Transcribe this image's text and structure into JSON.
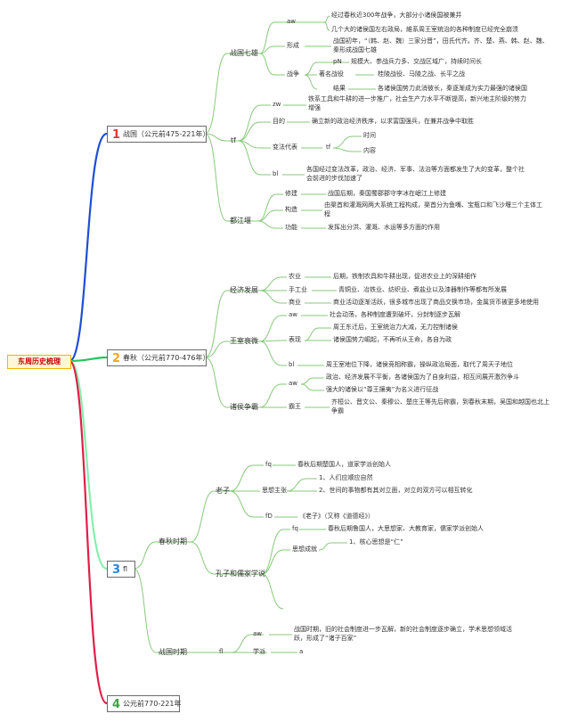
{
  "root": "东周历史梳理",
  "branches": {
    "zhanguo": {
      "num": "1",
      "label": "战国（公元前475-221年）",
      "num_color": "#e53935",
      "qixiong": "战国七雄",
      "qx_aw": "aw",
      "qx_aw_1": "经过春秋近300年战争，大部分小诸侯国被兼并",
      "qx_aw_2": "几个大的诸侯国左右政局，維系周王室统治的各种制度已经完全崩溃",
      "qx_xc": "形成",
      "qx_xc_1": "战国初年，“（韩、赵、魏）三家分晋”，田氏代齐。齐、楚、燕、韩、赵、魏、",
      "qx_xc_2": "秦形成战国七雄",
      "qx_zz": "战争",
      "zz_pn": "pN",
      "zz_pn_t": "规模大、参战兵力多、交战区域广，持续时间长",
      "zz_zm": "著名战役",
      "zz_zm_t": "桂陵战役、马陵之战、长平之战",
      "zz_jg": "结果",
      "zz_jg_t": "各诸侯国势力此消彼长，秦逐渐成为实力最强的诸侯国",
      "tf": "tf",
      "tf_zw": "zw",
      "tf_zw_1": "铁系工具和牛耕的进一步推广，社会生产力水平不断提高，新兴地主阶级的势力",
      "tf_zw_2": "增强",
      "tf_md": "目的",
      "tf_md_t": "确立新的政治经济秩序，以求富国强兵，在兼并战争中取胜",
      "tf_bf": "变法代表",
      "tf_bf_tf": "tf",
      "tf_bf_time": "时间",
      "tf_bf_content": "内容",
      "tf_bl": "bl",
      "tf_bl_1": "各国经过变法改革，政治、经济、军事、法治等方面都发生了大的变革，整个社",
      "tf_bl_2": "会前进的步伐加速了",
      "djy": "都江堰",
      "djy_xj": "修建",
      "djy_xj_t": "战国后期，秦国蜀郡郡守李冰在岷江上修建",
      "djy_gz": "构造",
      "djy_gz_1": "由渠首和灌溉网两大系统工程构成，渠首分为鱼嘴、宝瓶口和飞沙堰三个主体工",
      "djy_gz_2": "程",
      "djy_gn": "功能",
      "djy_gn_t": "发挥出分洪、灌溉、水运等多方面的作用"
    },
    "chunqiu": {
      "num": "2",
      "label": "春秋（公元前770-476年）",
      "num_color": "#f5a623",
      "jjfz": "经济发展",
      "ny": "农业",
      "ny_t": "后期，铁制农具和牛耕出现，促进农业上的深耕细作",
      "sgy": "手工业",
      "sgy_t": "青铜业、冶铁业、纺织业、煮盐业以及漆器制作等都有所发展",
      "sy": "商业",
      "sy_t": "商业活动逐渐活跃，很多城市出现了商品交换市场，金属货币被更多地使用",
      "wssj": "王室衰微",
      "ws_aw": "aw",
      "ws_aw_t": "社会动荡，各种制度遭到破坏，分封制逐步瓦解",
      "ws_bx": "表现",
      "ws_bx_1": "周王东迁后，王室统治力大减，无力控制诸侯",
      "ws_bx_2": "诸侯国势力崛起，不再听从王命，各自为政",
      "ws_bl": "bl",
      "ws_bl_t": "周王室地位下降，诸侯竞相称霸，操纵政治局面，取代了周天子地位",
      "zhzb": "诸侯争霸",
      "zb_aw": "aw",
      "zb_aw_1": "政治、经济发展不平衡，各诸侯国为了自身利益，相互间展开激烈争斗",
      "zb_aw_2": "强大的诸侯以“尊王攘夷”为名义进行征战",
      "zb_bw": "霸王",
      "zb_bw_1": "齐桓公、晋文公、秦穆公、楚庄王等先后称霸，到春秋末期，吴国和越国也北上",
      "zb_bw_2": "争霸"
    },
    "third": {
      "num": "3",
      "label": "fl",
      "num_color": "#1e88e5",
      "cq": "春秋时期",
      "lz": "老子",
      "lz_fq": "fq",
      "lz_fq_t": "春秋后期楚国人，道家学派创始人",
      "lz_sx": "思想主张",
      "lz_sx_1": "1、人们应顺应自然",
      "lz_sx_2": "2、世间的事物都有其对立面，对立的双方可以相互转化",
      "lz_fd": "fD",
      "lz_fd_t": "《老子》（又称《道德经》）",
      "kz": "孔子和儒家学说",
      "kz_fq": "fq",
      "kz_fq_t": "春秋后期鲁国人，大思想家、大教育家，儒家学派创始人",
      "kz_sx": "思想成就",
      "kz_sx_1": "1、核心思想是“仁”",
      "zg": "战国时期",
      "zg_fl": "fl",
      "zg_aw": "aw",
      "zg_aw_1": "战国时期，旧的社会制度进一步瓦解，新的社会制度逐步确立，学术思想领域活",
      "zg_aw_2": "跃，形成了“诸子百家”",
      "zg_xp": "学派",
      "zg_xp_a": "a"
    },
    "fourth": {
      "num": "4",
      "label": "公元前770-221年",
      "num_color": "#43a047"
    }
  },
  "colors": {
    "branch1": "#1d4ed8",
    "branch2": "#22c55e",
    "branch3": "#86efac",
    "branch4": "#e11d48",
    "sub": "#86c97a"
  }
}
